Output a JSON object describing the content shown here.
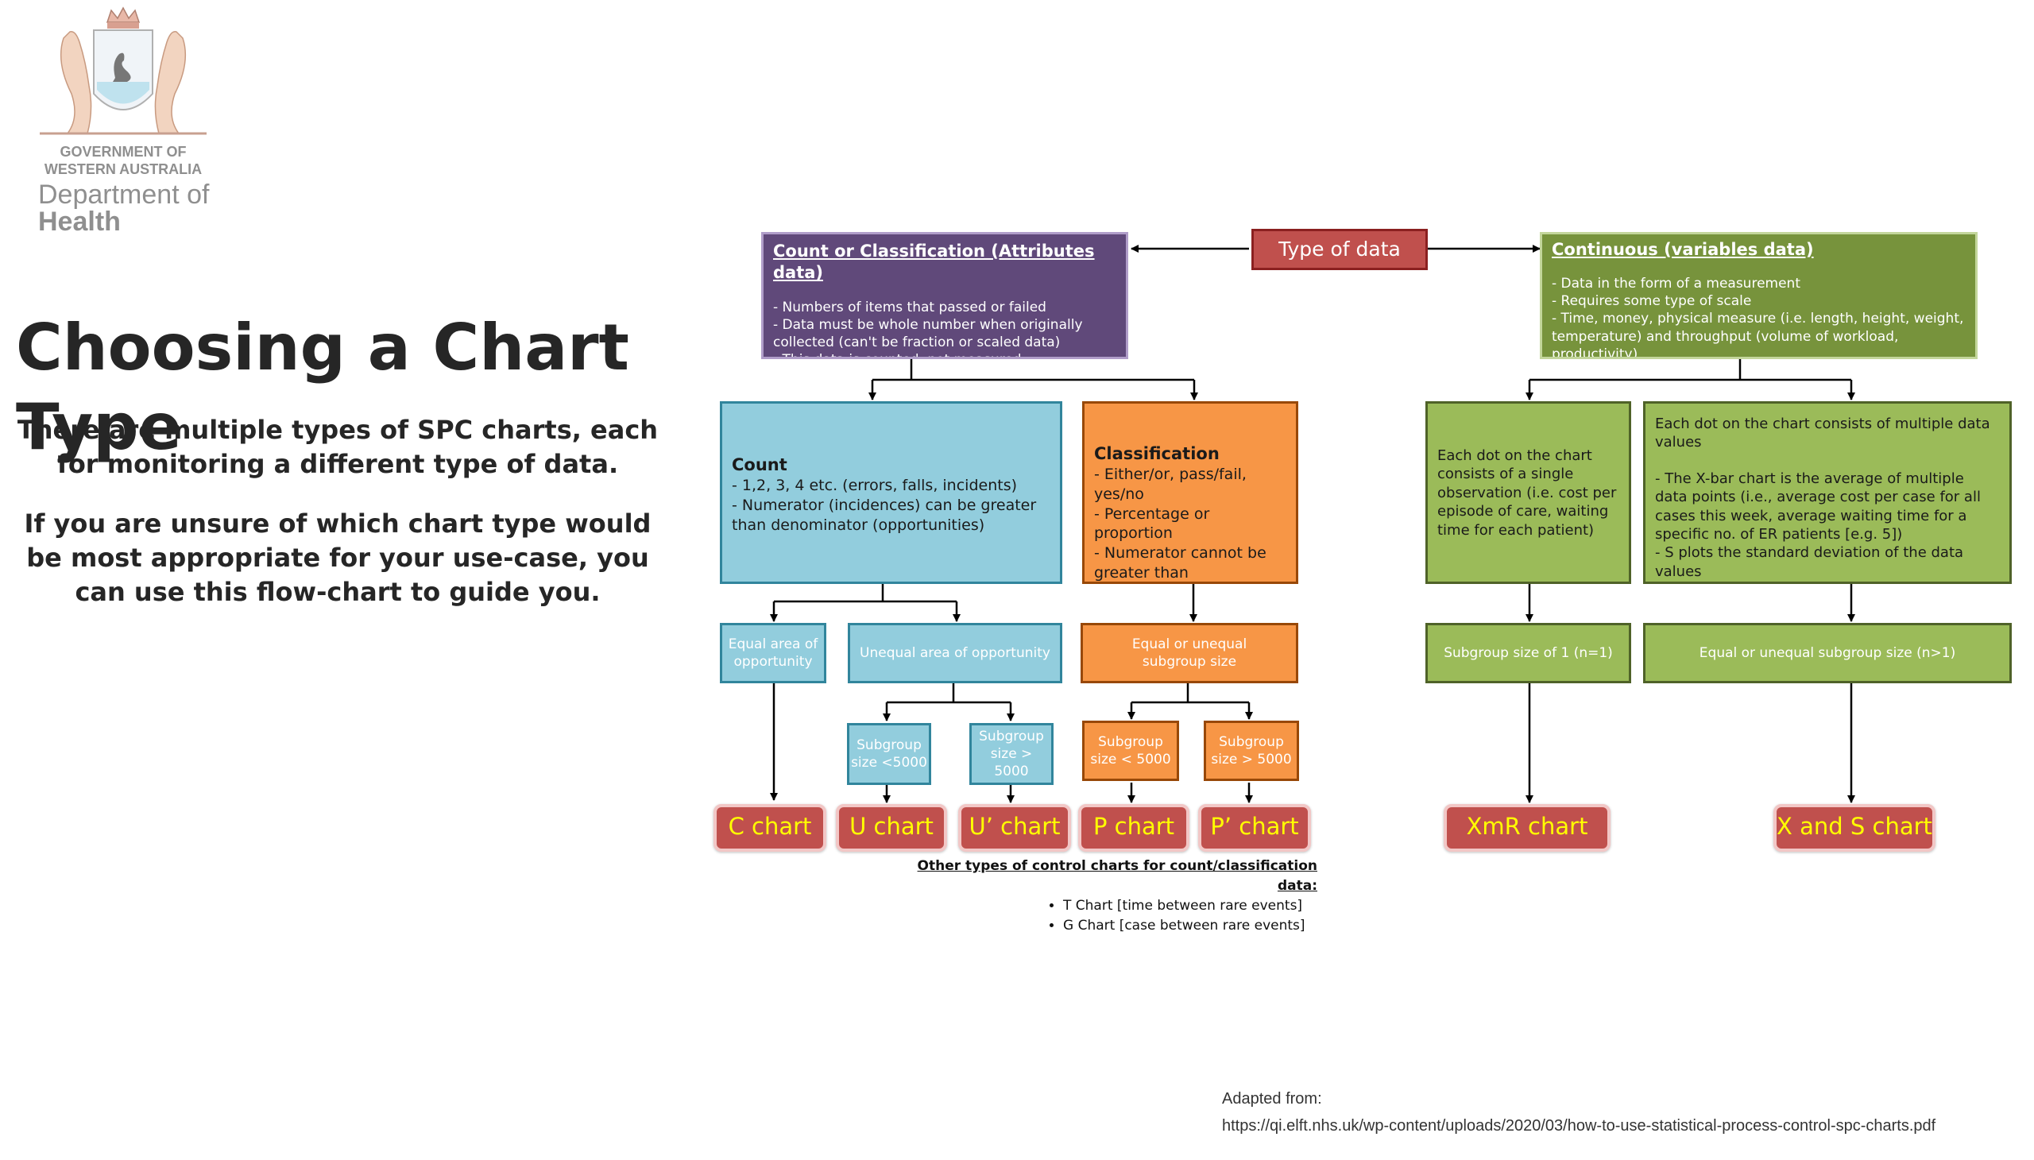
{
  "logo": {
    "line1": "GOVERNMENT OF",
    "line2": "WESTERN AUSTRALIA",
    "dept1": "Department of",
    "dept2": "Health"
  },
  "title": "Choosing a Chart Type",
  "intro": {
    "p1": "There are multiple types of SPC charts, each for monitoring a different type of data.",
    "p2": "If you are unsure of which chart type would be most appropriate for your use-case, you can use this flow-chart to guide you."
  },
  "flow": {
    "type_of_data": "Type of data",
    "attributes": {
      "title": "Count or Classification (Attributes data)",
      "lines": [
        "- Numbers of items that passed or failed",
        "- Data must be whole number when originally collected (can't be fraction or scaled data)",
        "- This data is counted, not measured"
      ]
    },
    "variables": {
      "title": "Continuous (variables data)",
      "lines": [
        "- Data in the form of a measurement",
        "- Requires some type of scale",
        "- Time, money, physical measure (i.e. length, height, weight, temperature) and throughput (volume of workload, productivity)"
      ]
    },
    "count": {
      "title": "Count",
      "lines": [
        "- 1,2, 3, 4 etc. (errors, falls, incidents)",
        "- Numerator  (incidences) can be greater than denominator  (opportunities)"
      ]
    },
    "classification": {
      "title": "Classification",
      "lines": [
        "- Either/or,  pass/fail, yes/no",
        "- Percentage  or proportion",
        "- Numerator  cannot be greater than denominator"
      ]
    },
    "single_obs": "Each dot on the chart consists of a single observation (i.e. cost per episode of care, waiting time for each patient)",
    "multi_obs": {
      "lines": [
        "Each dot on the chart consists of multiple data values",
        "- The X-bar chart is the average of multiple data points (i.e., average cost per case for all cases this week, average waiting time for a specific no. of ER patients [e.g. 5])",
        "- S plots the standard deviation of the data values"
      ]
    },
    "equal_area": "Equal area of opportunity",
    "unequal_area": "Unequal area of opportunity",
    "subgroup_size_orange": "Equal or unequal subgroup size",
    "subgroup_n1": "Subgroup  size of 1 (n=1)",
    "subgroup_n_gt1": "Equal or unequal subgroup size (n>1)",
    "sub_u_lt": "Subgroup size <5000",
    "sub_u_gt": "Subgroup size > 5000",
    "sub_p_lt": "Subgroup size < 5000",
    "sub_p_gt": "Subgroup size > 5000",
    "results": {
      "c": "C chart",
      "u": "U chart",
      "u_prime": "U’ chart",
      "p": "P chart",
      "p_prime": "P’ chart",
      "xmr": "XmR chart",
      "xs": "X and S chart"
    },
    "other_note": {
      "title": "Other types of control charts for count/classification data:",
      "items": [
        "T Chart [time between rare events]",
        "G Chart [case between rare events]"
      ]
    }
  },
  "source": {
    "label": "Adapted from:",
    "url": "https://qi.elft.nhs.uk/wp-content/uploads/2020/03/how-to-use-statistical-process-control-spc-charts.pdf"
  }
}
